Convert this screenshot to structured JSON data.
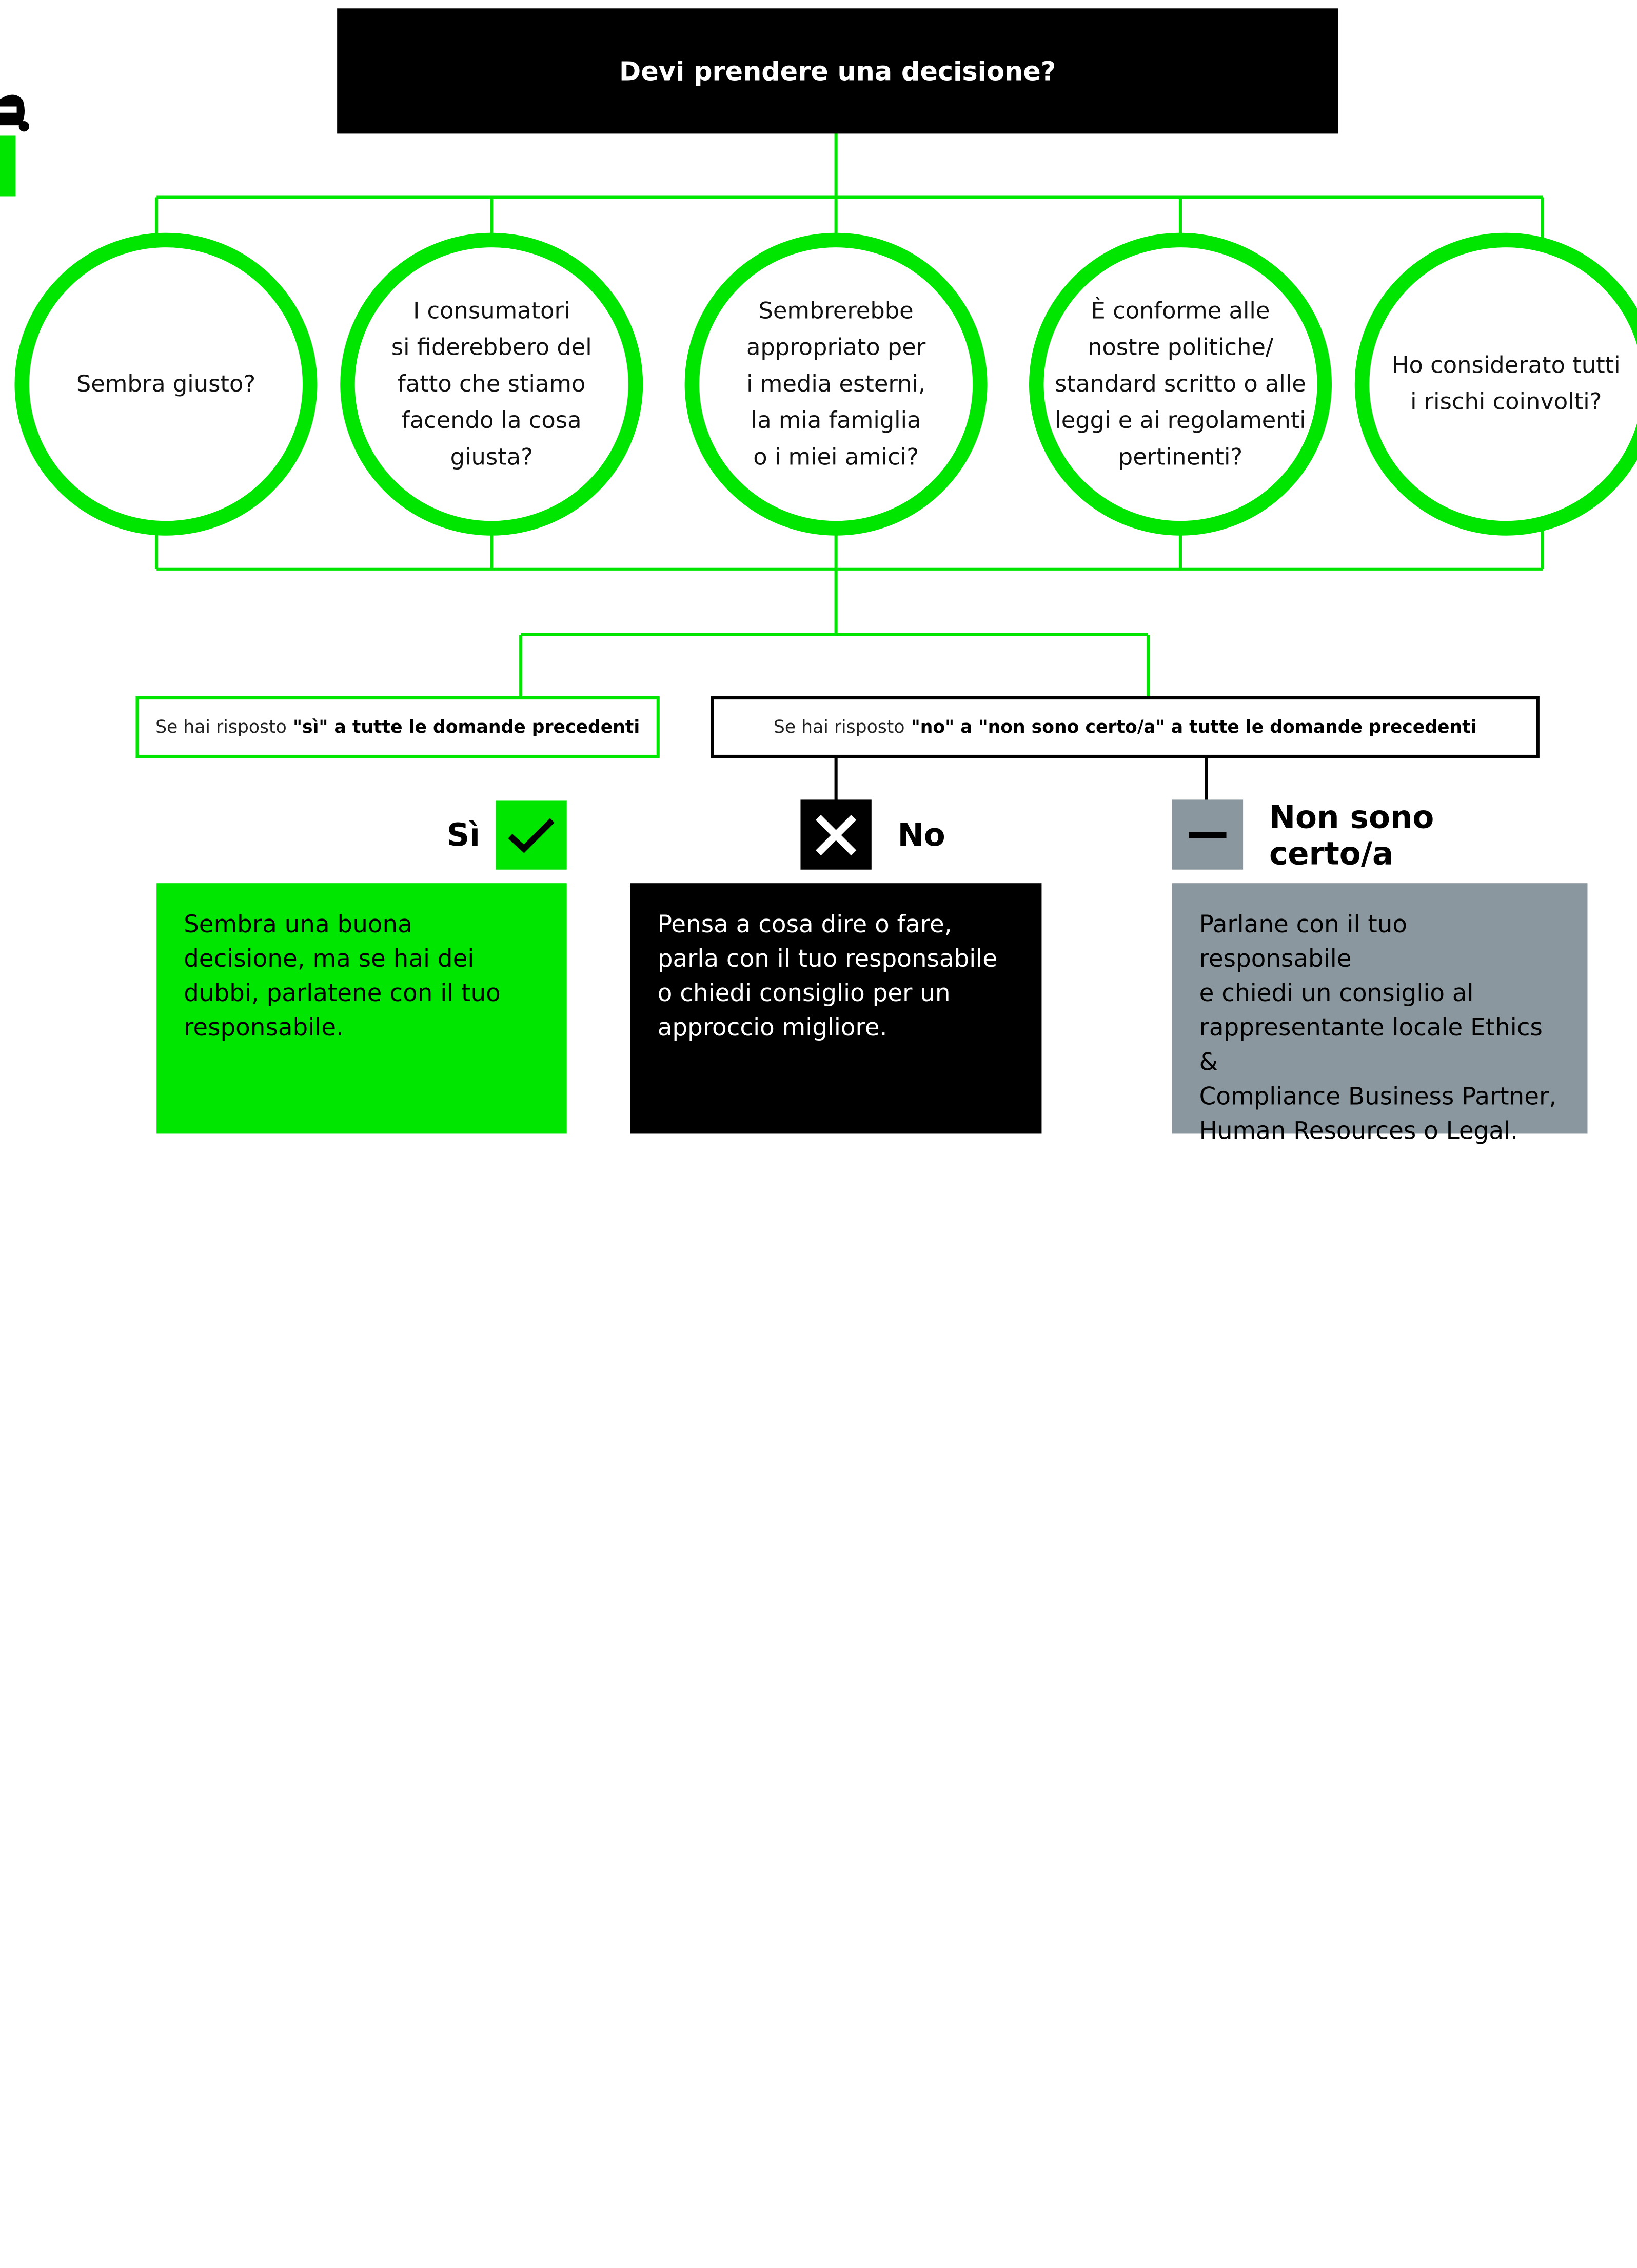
{
  "colors": {
    "accent_green": "#00e600",
    "black": "#000000",
    "gray": "#8b979e",
    "white": "#ffffff"
  },
  "title": "Devi prendere una decisione?",
  "questions": [
    "Sembra giusto?",
    "I consumatori\nsi fiderebbero del\nfatto che stiamo\nfacendo la cosa\ngiusta?",
    "Sembrerebbe\nappropriato per\ni media esterni,\nla mia famiglia\no i miei amici?",
    "È conforme alle\nnostre politiche/\nstandard scritto o alle\nleggi e ai regolamenti\npertinenti?",
    "Ho considerato tutti\ni rischi coinvolti?"
  ],
  "conditions": {
    "yes": {
      "prefix": "Se hai risposto",
      "emphasis": "\"sì\" a tutte le domande precedenti"
    },
    "no": {
      "prefix": "Se hai risposto",
      "emphasis": "\"no\" a \"non sono certo/a\" a tutte le domande precedenti"
    }
  },
  "outcomes": {
    "yes": {
      "label": "Sì",
      "icon": "checkmark-icon",
      "text": "Sembra una buona\ndecisione, ma se hai dei\ndubbi, parlatene con il tuo\nresponsabile."
    },
    "no": {
      "label": "No",
      "icon": "cross-icon",
      "text": "Pensa a cosa dire o fare,\nparla con il tuo responsabile\no chiedi consiglio per un\napproccio migliore."
    },
    "unsure": {
      "label": "Non sono\ncerto/a",
      "icon": "minus-icon",
      "text": "Parlane con il tuo responsabile\ne chiedi un consiglio al\nrappresentante locale Ethics &\nCompliance Business Partner,\nHuman Resources o Legal."
    }
  }
}
